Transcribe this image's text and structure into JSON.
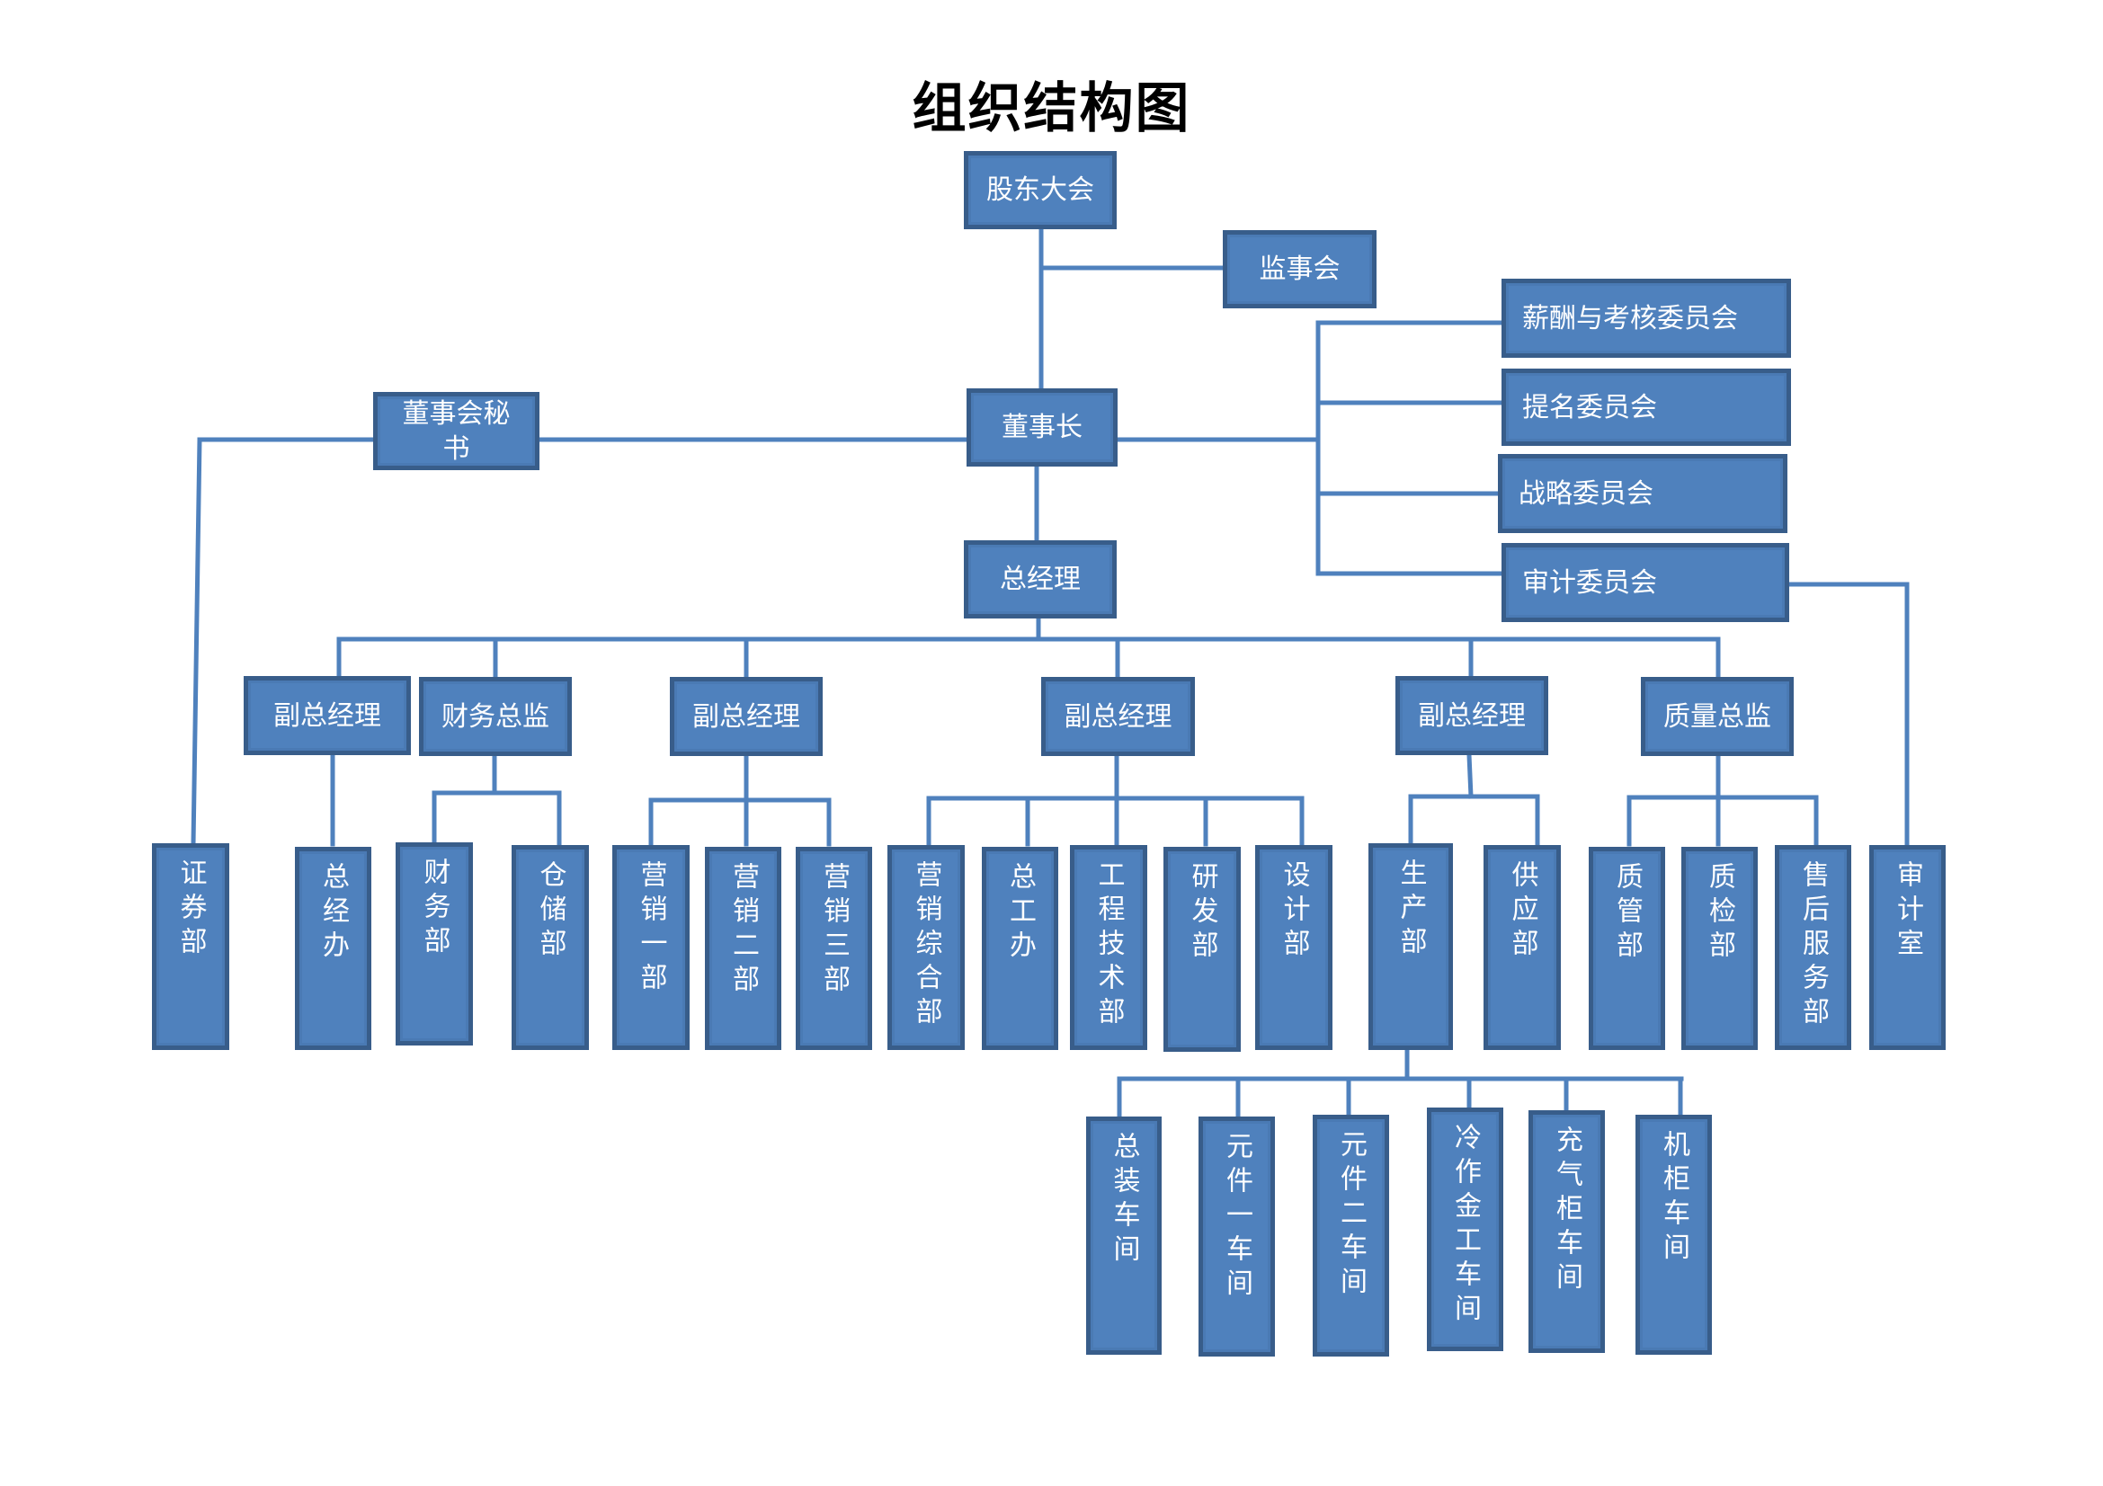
{
  "title": "组织结构图",
  "colors": {
    "box_fill": "#4f81bd",
    "box_border": "#385d8a",
    "line": "#4f81bd",
    "text": "#ffffff"
  },
  "nodes": {
    "shareholders": "股东大会",
    "supervisory_board": "监事会",
    "compensation_committee": "薪酬与考核委员会",
    "nomination_committee": "提名委员会",
    "strategy_committee": "战略委员会",
    "audit_committee": "审计委员会",
    "board_secretary": "董事会秘书",
    "chairman": "董事长",
    "general_manager": "总经理",
    "vp_1": "副总经理",
    "cfo": "财务总监",
    "vp_2": "副总经理",
    "vp_3": "副总经理",
    "vp_4": "副总经理",
    "quality_director": "质量总监"
  },
  "departments": [
    "证券部",
    "总经办",
    "财务部",
    "仓储部",
    "营销一部",
    "营销二部",
    "营销三部",
    "营销综合部",
    "总工办",
    "工程技术部",
    "研发部",
    "设计部",
    "生产部",
    "供应部",
    "质管部",
    "质检部",
    "售后服务部",
    "审计室"
  ],
  "workshops": [
    "总装车间",
    "元件一车间",
    "元件二车间",
    "冷作金工车间",
    "充气柜车间",
    "机柜车间"
  ]
}
